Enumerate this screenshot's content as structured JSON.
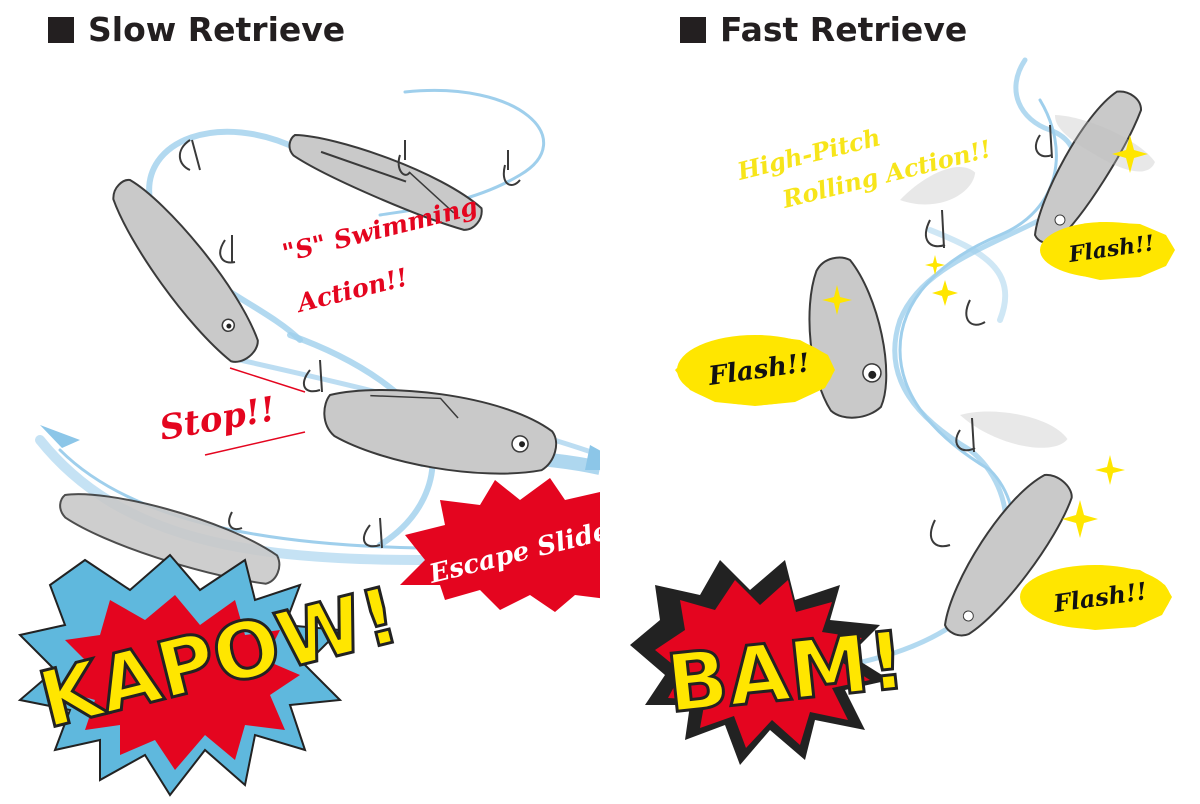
{
  "headings": {
    "slow": "Slow Retrieve",
    "fast": "Fast Retrieve"
  },
  "slow_labels": {
    "swimming_line1": "\"S\" Swimming",
    "swimming_line2": "Action!!",
    "stop": "Stop!!",
    "escape": "Escape Slide!!",
    "kapow": "KAPOW!"
  },
  "fast_labels": {
    "pitch_line1": "High-Pitch",
    "pitch_line2": "Rolling Action!!",
    "flash_top": "Flash!!",
    "flash_left": "Flash!!",
    "flash_bottom": "Flash!!",
    "bam": "BAM!"
  },
  "colors": {
    "heading": "#231f20",
    "red_text": "#e4051f",
    "yellow_text": "#f7e51a",
    "burst_red": "#e4051f",
    "burst_blue": "#5fb8dd",
    "burst_yellow": "#ffe600",
    "water": "#9fcfec",
    "lure_body": "#c9c9c9",
    "lure_outline": "#3a3a3a"
  },
  "icons": [
    "square-bullet-icon",
    "lure-icon",
    "treble-hook-icon",
    "sparkle-icon",
    "burst-icon"
  ]
}
